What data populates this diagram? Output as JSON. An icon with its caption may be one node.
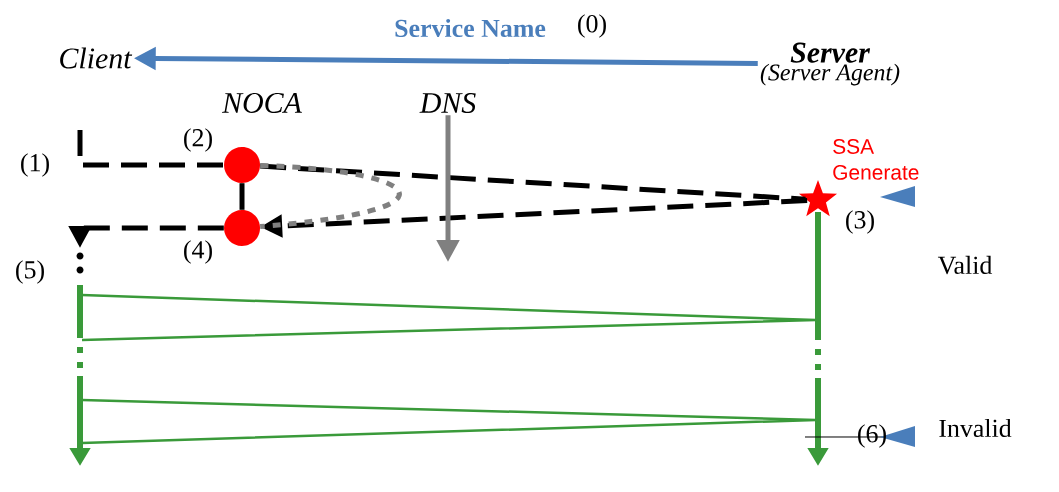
{
  "diagram": {
    "nodes": [
      {
        "text": [
          "Client"
        ]
      },
      {
        "text": [
          "Server",
          "(Server Agent)"
        ]
      },
      {
        "text": [
          "NOCA"
        ]
      },
      {
        "text": [
          "DNS"
        ]
      },
      {
        "text": [],
        "shape": "circle"
      },
      {
        "text": [],
        "shape": "circle"
      },
      {
        "text": [],
        "shape": "star",
        "beside": [
          "SSA Generate"
        ]
      }
    ],
    "edges": [
      {
        "from": 1,
        "to": 0,
        "arrow": "to",
        "label": "Service Name",
        "color": "#4a7ebb"
      },
      {
        "from": null,
        "to": 4,
        "arrow": "none",
        "style": "dashed"
      },
      {
        "from": 4,
        "to": 6,
        "arrow": "none",
        "style": "dashed"
      },
      {
        "from": 6,
        "to": 5,
        "arrow": "to",
        "style": "dashed"
      },
      {
        "from": 5,
        "to": null,
        "arrow": "to",
        "style": "dashed"
      },
      {
        "from": 4,
        "to": 5,
        "arrow": "none"
      },
      {
        "from": 3,
        "to": null,
        "arrow": "to",
        "color": "#808080"
      },
      {
        "from": 4,
        "to": 5,
        "arrow": "none",
        "style": "dashed",
        "color": "#808080"
      }
    ],
    "labels": [
      "(0)",
      "(1)",
      "(2)",
      "(3)",
      "(4)",
      "(5)",
      "(6)",
      "Valid",
      "Invalid"
    ]
  }
}
